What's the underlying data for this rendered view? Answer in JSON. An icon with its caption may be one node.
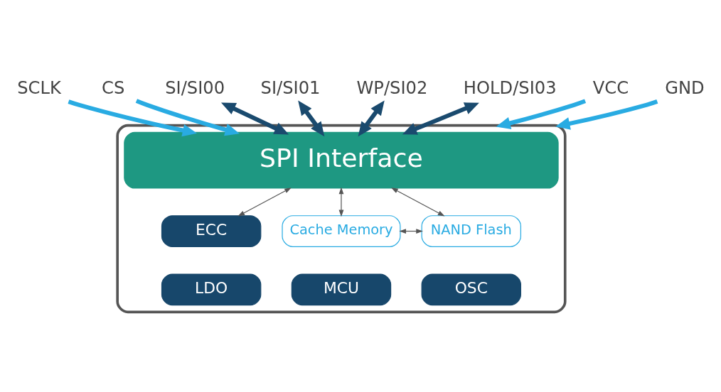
{
  "diagram": {
    "nodes": [
      {
        "text": [],
        "shape": "box"
      },
      {
        "text": [
          "SPI Interface"
        ],
        "in": 0
      },
      {
        "text": [
          "ECC"
        ],
        "in": 0
      },
      {
        "text": [
          "Cache Memory"
        ],
        "in": 0
      },
      {
        "text": [
          "NAND Flash"
        ],
        "in": 0
      },
      {
        "text": [
          "LDO"
        ],
        "in": 0
      },
      {
        "text": [
          "MCU"
        ],
        "in": 0
      },
      {
        "text": [
          "OSC"
        ],
        "in": 0
      },
      {
        "text": [
          "SCLK"
        ]
      },
      {
        "text": [
          "CS"
        ]
      },
      {
        "text": [
          "SI/SI00"
        ]
      },
      {
        "text": [
          "SI/SI01"
        ]
      },
      {
        "text": [
          "WP/SI02"
        ]
      },
      {
        "text": [
          "HOLD/SI03"
        ]
      },
      {
        "text": [
          "VCC"
        ]
      },
      {
        "text": [
          "GND"
        ]
      }
    ],
    "edges": [
      {
        "from": 8,
        "to": 1,
        "arrow": "to",
        "color": "#29abe2"
      },
      {
        "from": 9,
        "to": 1,
        "arrow": "to",
        "color": "#29abe2"
      },
      {
        "from": 10,
        "to": 1,
        "arrow": "both",
        "color": "#1a4a6e"
      },
      {
        "from": 11,
        "to": 1,
        "arrow": "both",
        "color": "#1a4a6e"
      },
      {
        "from": 12,
        "to": 1,
        "arrow": "both",
        "color": "#1a4a6e"
      },
      {
        "from": 13,
        "to": 1,
        "arrow": "both",
        "color": "#1a4a6e"
      },
      {
        "from": 14,
        "to": 0,
        "arrow": "to",
        "color": "#29abe2"
      },
      {
        "from": 15,
        "to": 0,
        "arrow": "to",
        "color": "#29abe2"
      },
      {
        "from": 1,
        "to": 2,
        "arrow": "both",
        "color": "#555555"
      },
      {
        "from": 1,
        "to": 3,
        "arrow": "both",
        "color": "#555555"
      },
      {
        "from": 1,
        "to": 4,
        "arrow": "both",
        "color": "#555555"
      },
      {
        "from": 3,
        "to": 4,
        "arrow": "both",
        "color": "#555555"
      }
    ]
  }
}
